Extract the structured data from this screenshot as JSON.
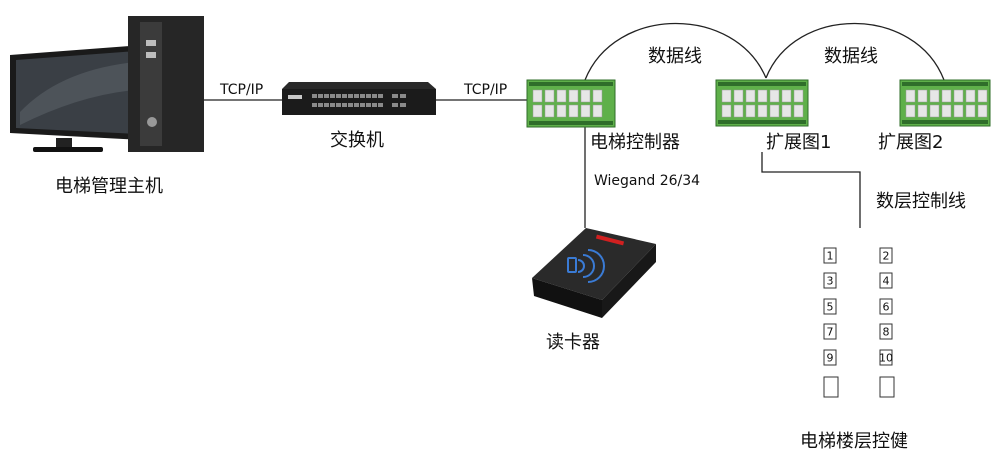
{
  "labels": {
    "host": "电梯管理主机",
    "switch": "交换机",
    "controller": "电梯控制器",
    "reader": "读卡器",
    "expansion1": "扩展图1",
    "expansion2": "扩展图2",
    "data_line_1": "数据线",
    "data_line_2": "数据线",
    "floor_control_line": "数层控制线",
    "floor_buttons": "电梯楼层控健",
    "tcpip_left": "TCP/IP",
    "tcpip_right": "TCP/IP",
    "wiegand": "Wiegand 26/34"
  },
  "floor_buttons": [
    "1",
    "2",
    "3",
    "4",
    "5",
    "6",
    "7",
    "8",
    "9",
    "10",
    "",
    ""
  ],
  "colors": {
    "pcb_green": "#5fb04a",
    "pcb_dark": "#2f6e2a",
    "relay": "#e6e6e6",
    "reader_body": "#1c1c1c",
    "reader_accent": "#d22020",
    "rfid_symbol": "#3a7bd5",
    "line": "#222222"
  }
}
